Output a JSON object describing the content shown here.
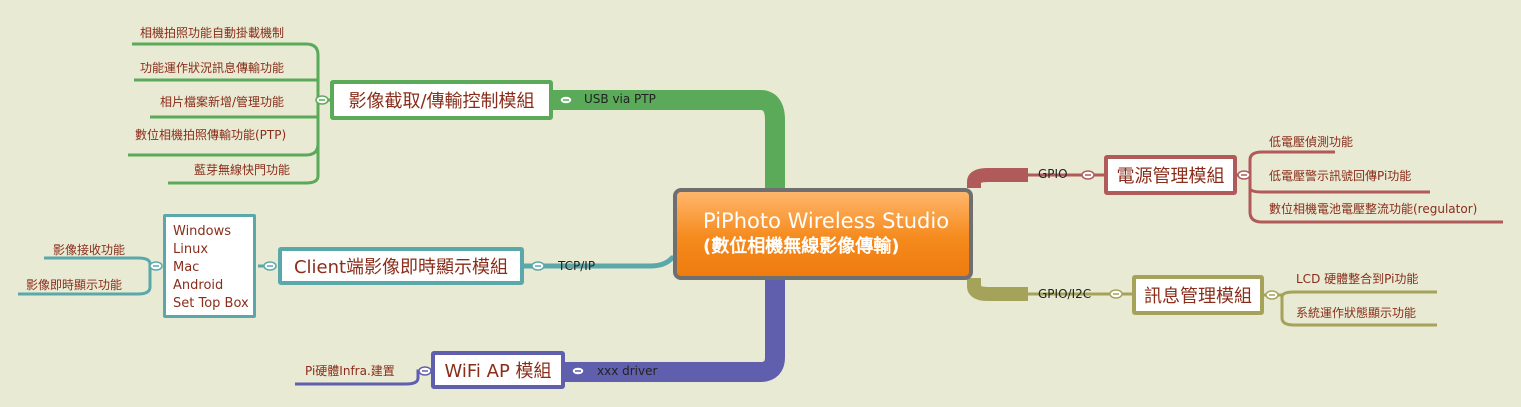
{
  "central": {
    "line1": "PiPhoto Wireless Studio",
    "line2": "(數位相機無線影像傳輸)"
  },
  "branches": {
    "capture": {
      "edge_label": "USB via PTP",
      "title": "影像截取/傳輸控制模組",
      "color": "#5aaa5a",
      "items": [
        "相機拍照功能自動掛載機制",
        "功能運作狀況訊息傳輸功能",
        "相片檔案新增/管理功能",
        "數位相機拍照傳輸功能(PTP)",
        "藍芽無線快門功能"
      ]
    },
    "client": {
      "edge_label": "TCP/IP",
      "title": "Client端影像即時顯示模組",
      "color": "#5ba8aa",
      "platforms": [
        "Windows",
        "Linux",
        "Mac",
        "Android",
        "Set Top Box"
      ],
      "items": [
        "影像接收功能",
        "影像即時顯示功能"
      ]
    },
    "wifi": {
      "edge_label": "xxx driver",
      "title": "WiFi AP 模組",
      "color": "#5f5fae",
      "items": [
        "Pi硬體Infra.建置"
      ]
    },
    "power": {
      "edge_label": "GPIO",
      "title": "電源管理模組",
      "color": "#b05a5a",
      "items": [
        "低電壓偵測功能",
        "低電壓警示訊號回傳Pi功能",
        "數位相機電池電壓整流功能(regulator)"
      ]
    },
    "message": {
      "edge_label": "GPIO/I2C",
      "title": "訊息管理模組",
      "color": "#a5a35a",
      "items": [
        "LCD 硬體整合到Pi功能",
        "系統運作狀態顯示功能"
      ]
    }
  }
}
